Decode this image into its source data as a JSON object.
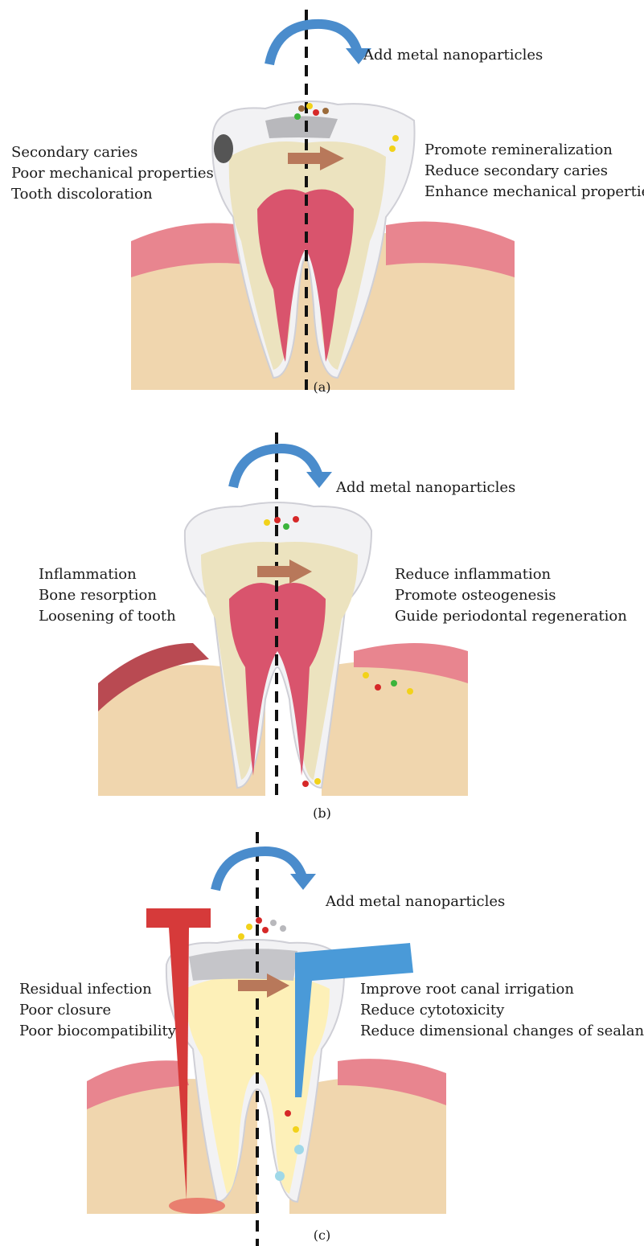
{
  "panels": [
    {
      "caption": "(a)",
      "arrow_label": "Add metal nanoparticles",
      "problems": [
        "Secondary caries",
        "Poor mechanical properties",
        "Tooth discoloration"
      ],
      "benefits": [
        "Promote remineralization",
        "Reduce secondary caries",
        "Enhance mechanical properties"
      ]
    },
    {
      "caption": "(b)",
      "arrow_label": "Add metal nanoparticles",
      "problems": [
        "Inflammation",
        "Bone resorption",
        "Loosening of tooth"
      ],
      "benefits": [
        "Reduce inflammation",
        "Promote osteogenesis",
        "Guide periodontal regeneration"
      ]
    },
    {
      "caption": "(c)",
      "arrow_label": "Add metal nanoparticles",
      "problems": [
        "Residual infection",
        "Poor closure",
        "Poor biocompatibility"
      ],
      "benefits": [
        "Improve root canal irrigation",
        "Reduce cytotoxicity",
        "Reduce dimensional changes of sealants"
      ]
    }
  ],
  "colors": {
    "gum": "#e8858f",
    "bone": "#f0d6ae",
    "enamel": "#f2f2f4",
    "dentin": "#ece3bf",
    "pulp": "#d9546d",
    "arrow_blue": "#4a8ccc",
    "arrow_brown": "#b8785a",
    "nano_yellow": "#f2d21a",
    "nano_red": "#d62828",
    "nano_green": "#3bb43b"
  }
}
